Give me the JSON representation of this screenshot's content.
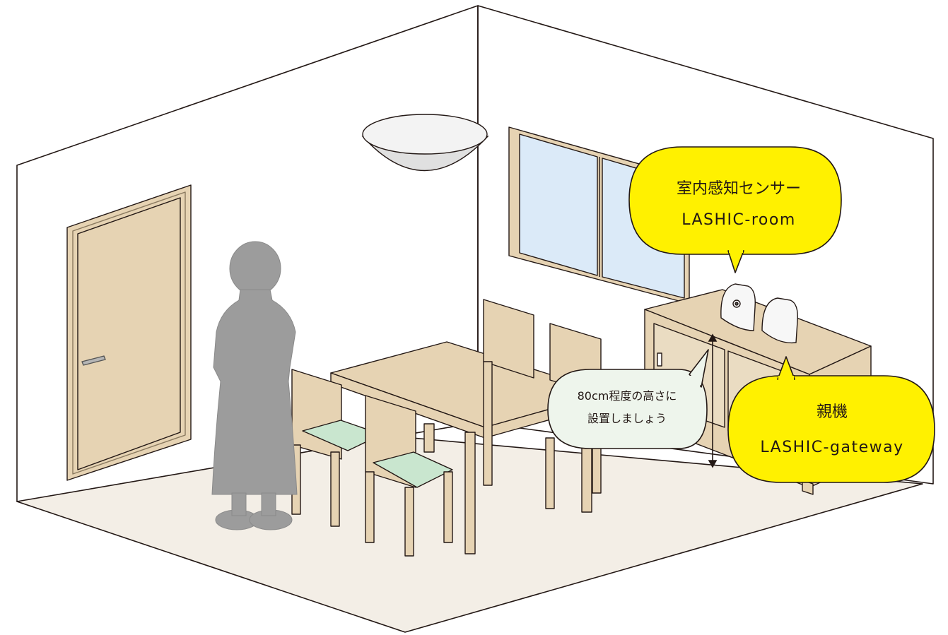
{
  "callouts": {
    "room_sensor": {
      "line1": "室内感知センサー",
      "line2": "LASHIC-room"
    },
    "gateway": {
      "line1": "親機",
      "line2": "LASHIC-gateway"
    },
    "height_note": {
      "line1": "80cm程度の高さに",
      "line2": "設置しましょう"
    }
  },
  "colors": {
    "callout_yellow": "#fff100",
    "note_bubble": "#eef5ec",
    "wood": "#e6d3b3",
    "seat": "#c9e6cf",
    "floor": "#f3eee6",
    "window_glass": "#dbeaf8",
    "person": "#9c9c9c"
  },
  "icons": {
    "door_handle": "door-handle-icon",
    "ceiling_light": "ceiling-lamp-icon",
    "sensor": "sensor-device-icon",
    "gateway": "gateway-device-icon",
    "height_arrow": "double-arrow-icon"
  }
}
